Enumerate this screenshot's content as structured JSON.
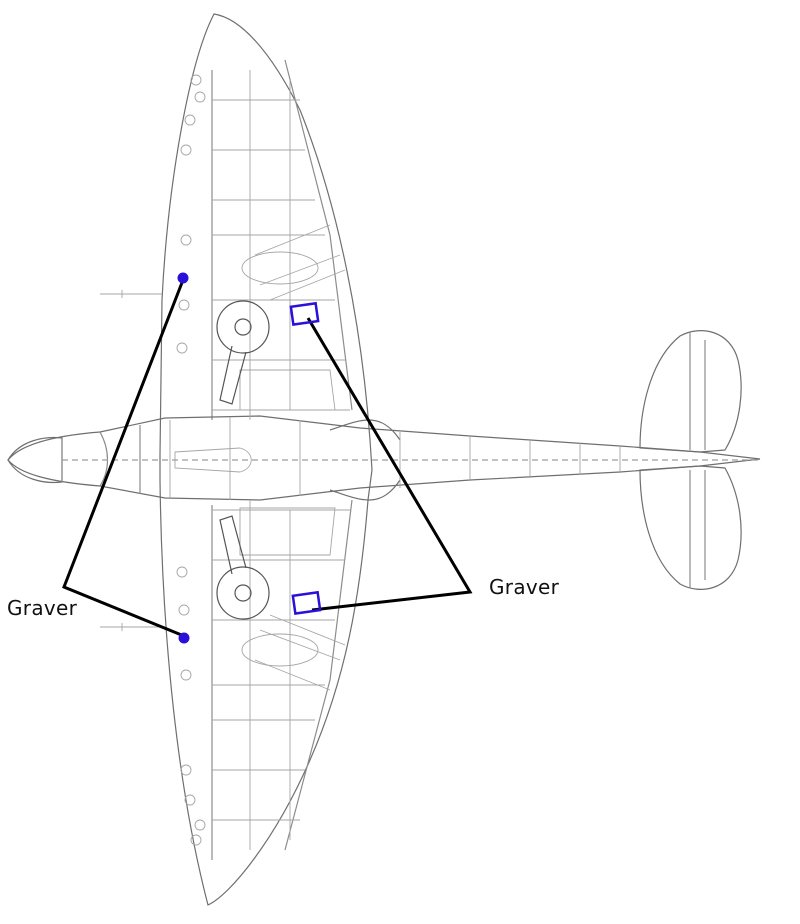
{
  "annotations": {
    "left_label": "Graver",
    "right_label": "Graver"
  },
  "colors": {
    "drawing_line": "#6f6f6f",
    "drawing_detail": "#a6a6a6",
    "annotation_line": "#000000",
    "marker": "#2a10d8"
  },
  "icons": {
    "left_markers": "filled-circle",
    "right_markers": "outlined-rectangle"
  }
}
